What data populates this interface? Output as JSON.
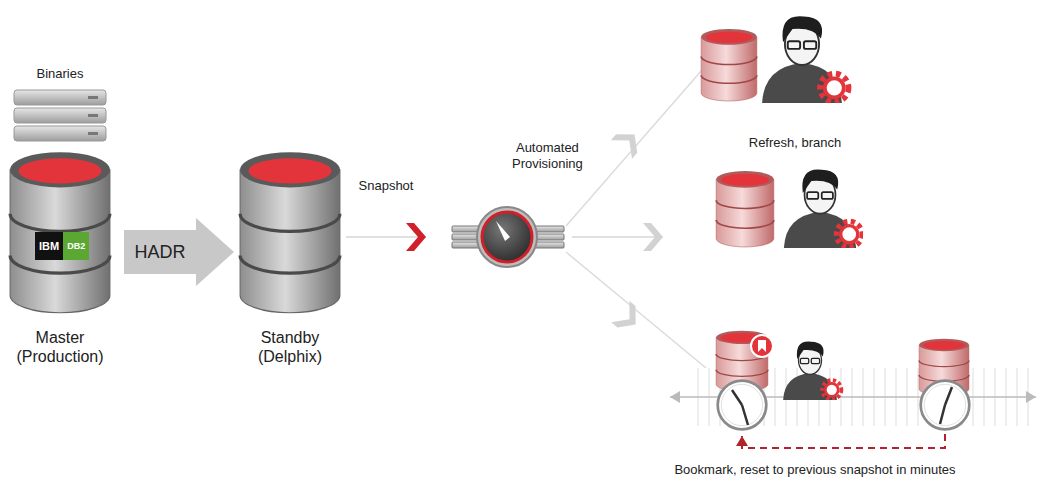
{
  "diagram": {
    "nodes": [
      {
        "text": [
          "Binaries"
        ]
      },
      {
        "text": [
          "Master (Production)"
        ]
      },
      {
        "text": [
          "IBM"
        ],
        "in": 1
      },
      {
        "text": [
          "DB2"
        ],
        "in": 1
      },
      {
        "text": [
          "Standby (Delphix)"
        ]
      },
      {
        "text": [
          "Automated Provisioning"
        ]
      },
      {
        "text": [
          "Refresh, branch"
        ]
      }
    ],
    "edges": [
      {
        "from": 1,
        "to": 4,
        "arrow": "to",
        "label": "HADR"
      },
      {
        "from": 4,
        "to": 5,
        "arrow": "to",
        "label": "Snapshot"
      },
      {
        "from": 5,
        "to": 6,
        "arrow": "to"
      }
    ],
    "labels": [
      "Bookmark, reset to previous snapshot in minutes"
    ]
  }
}
